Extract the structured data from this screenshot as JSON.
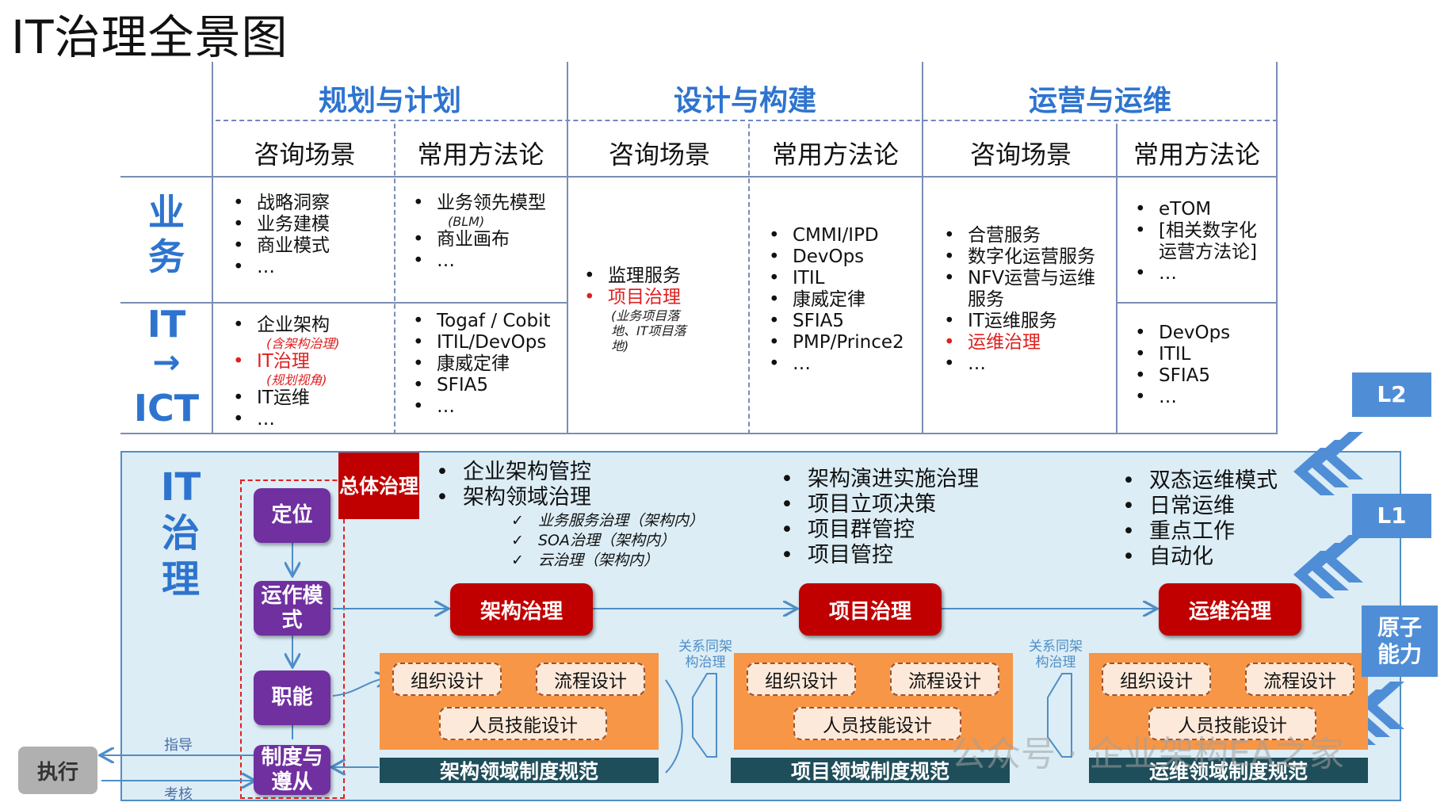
{
  "title": "IT治理全景图",
  "phases": [
    "规划与计划",
    "设计与构建",
    "运营与运维"
  ],
  "subheaders": [
    "咨询场景",
    "常用方法论",
    "咨询场景",
    "常用方法论",
    "咨询场景",
    "常用方法论"
  ],
  "row_labels": {
    "business": "业务",
    "it": "IT",
    "arrow": "→",
    "ict": "ICT"
  },
  "cells": {
    "plan_consult_biz": [
      "战略洞察",
      "业务建模",
      "商业模式",
      "…"
    ],
    "plan_method_biz": {
      "line1": "业务领先模型",
      "note": "(BLM)",
      "line2": "商业画布",
      "line3": "…"
    },
    "plan_consult_it": {
      "item1": "企业架构",
      "note1": "(含架构治理)",
      "item2": "IT治理",
      "note2": "(规划视角)",
      "item3": "IT运维",
      "item4": "…"
    },
    "plan_method_it": [
      "Togaf / Cobit",
      "ITIL/DevOps",
      "康威定律",
      "SFIA5",
      "…"
    ],
    "design_consult": {
      "item1": "监理服务",
      "item2": "项目治理",
      "note": "(业务项目落地、IT项目落地)"
    },
    "design_method": [
      "CMMI/IPD",
      "DevOps",
      "ITIL",
      "康威定律",
      "SFIA5",
      "PMP/Prince2",
      "…"
    ],
    "ops_consult": {
      "item1": "合营服务",
      "item2": "数字化运营服务",
      "item3": "NFV运营与运维服务",
      "item4": "IT运维服务",
      "item5": "运维治理",
      "item6": "…"
    },
    "ops_method_biz": [
      "eTOM",
      "[相关数字化运营方法论]",
      "…"
    ],
    "ops_method_it": [
      "DevOps",
      "ITIL",
      "SFIA5",
      "…"
    ]
  },
  "governance": {
    "label": "IT治理",
    "overall": "总体治理",
    "purple": [
      "定位",
      "运作模式",
      "职能",
      "制度与遵从"
    ],
    "arch_bullets": [
      "企业架构管控",
      "架构领域治理"
    ],
    "arch_checks": [
      "业务服务治理（架构内）",
      "SOA治理（架构内）",
      "云治理（架构内）"
    ],
    "proj_bullets": [
      "架构演进实施治理",
      "项目立项决策",
      "项目群管控",
      "项目管控"
    ],
    "ops_bullets": [
      "双态运维模式",
      "日常运维",
      "重点工作",
      "自动化"
    ],
    "domains": [
      "架构治理",
      "项目治理",
      "运维治理"
    ],
    "caps": {
      "org": "组织设计",
      "process": "流程设计",
      "people": "人员技能设计"
    },
    "bars": [
      "架构领域制度规范",
      "项目领域制度规范",
      "运维领域制度规范"
    ],
    "relation": "关系同架构治理"
  },
  "levels": [
    "L2",
    "L1",
    "原子能力"
  ],
  "exec": "执行",
  "guide": "指导",
  "assess": "考核",
  "watermark": "公众号 · 企业架构EA之家",
  "colors": {
    "blue": "#2e74cf",
    "red": "#c00000",
    "purple": "#7030a0",
    "orange": "#f79646",
    "dark_bar": "#1f4e5b",
    "panel": "#dcedf5"
  }
}
